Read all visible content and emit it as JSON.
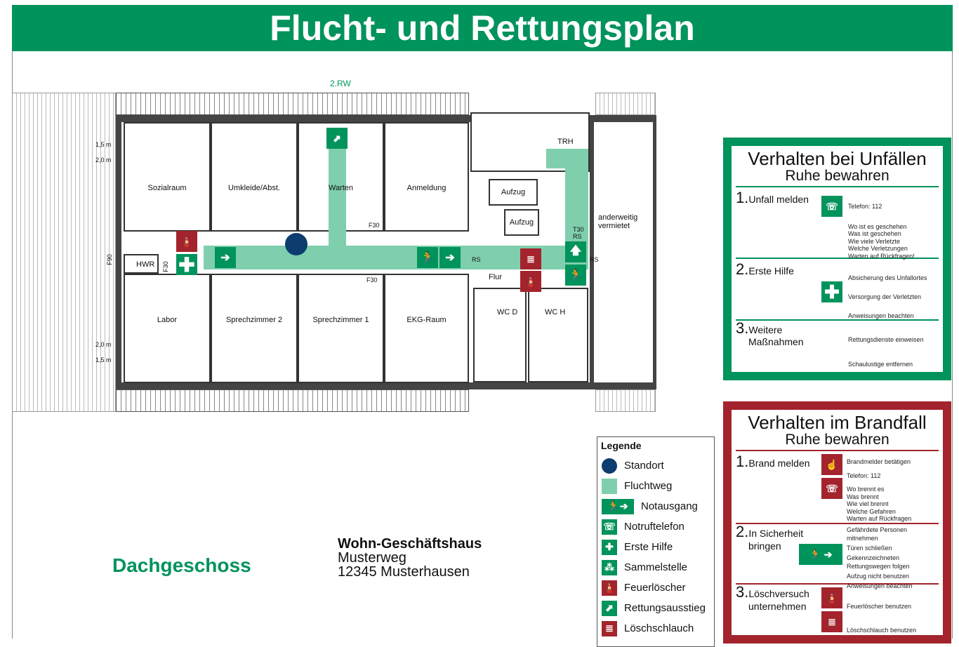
{
  "title": "Flucht- und Rettungsplan",
  "colors": {
    "green": "#00935b",
    "red": "#a3242c",
    "route": "#7fcfae",
    "standort": "#0d3c6e"
  },
  "plan": {
    "top_label": "2.RW",
    "dims": {
      "d1": "1,5 m",
      "d2": "2,0 m",
      "d3": "2,0 m",
      "d4": "1,5 m"
    },
    "rooms": {
      "sozialraum": "Sozialraum",
      "umkleide": "Umkleide/Abst.",
      "warten": "Warten",
      "anmeldung": "Anmeldung",
      "hwr": "HWR",
      "labor": "Labor",
      "sprech2": "Sprechzimmer 2",
      "sprech1": "Sprechzimmer 1",
      "ekg": "EKG-Raum",
      "trh": "TRH",
      "aufzug1": "Aufzug",
      "aufzug2": "Aufzug",
      "flur": "Flur",
      "wcd": "WC D",
      "wch": "WC H",
      "vermietet": "anderweitig vermietet"
    },
    "marks": {
      "f30a": "F30",
      "f30b": "F30",
      "f90": "F90",
      "f30c": "F30",
      "t30": "T30",
      "rs1": "RS",
      "rs2": "RS",
      "rs3": "RS"
    }
  },
  "floor": "Dachgeschoss",
  "address": {
    "name": "Wohn-Geschäftshaus",
    "street": "Musterweg",
    "city": "12345 Musterhausen"
  },
  "legend": {
    "title": "Legende",
    "items": [
      {
        "label": "Standort",
        "icon": "standort-dot"
      },
      {
        "label": "Fluchtweg",
        "icon": "route-swatch"
      },
      {
        "label": "Notausgang",
        "icon": "emergency-exit-icon"
      },
      {
        "label": "Notruftelefon",
        "icon": "emergency-phone-icon"
      },
      {
        "label": "Erste Hilfe",
        "icon": "first-aid-icon"
      },
      {
        "label": "Sammelstelle",
        "icon": "assembly-point-icon"
      },
      {
        "label": "Feuerlöscher",
        "icon": "fire-extinguisher-icon"
      },
      {
        "label": "Rettungsausstieg",
        "icon": "rescue-exit-icon"
      },
      {
        "label": "Löschschlauch",
        "icon": "fire-hose-icon"
      }
    ]
  },
  "unfall": {
    "title": "Verhalten bei Unfällen",
    "subtitle": "Ruhe bewahren",
    "s1": {
      "num": "1.",
      "label": "Unfall melden",
      "lines": [
        "Telefon: 112",
        "Wo ist es geschehen",
        "Was ist geschehen",
        "Wie viele Verletzte",
        "Welche Verletzungen",
        "Warten auf Rückfragen!"
      ]
    },
    "s2": {
      "num": "2.",
      "label": "Erste Hilfe",
      "lines": [
        "Absicherung des Unfallortes",
        "Versorgung der Verletzten",
        "Anweisungen beachten"
      ]
    },
    "s3": {
      "num": "3.",
      "label1": "Weitere",
      "label2": "Maßnahmen",
      "lines": [
        "Rettungsdienste einweisen",
        "Schaulustige entfernen"
      ]
    }
  },
  "brand": {
    "title": "Verhalten im Brandfall",
    "subtitle": "Ruhe bewahren",
    "s1": {
      "num": "1.",
      "label": "Brand melden",
      "lines": [
        "Brandmelder betätigen",
        "Telefon: 112",
        "Wo brennt es",
        "Was brennt",
        "Wie viel brennt",
        "Welche Gefahren",
        "Warten auf Rückfragen"
      ]
    },
    "s2": {
      "num": "2.",
      "label1": "In Sicherheit",
      "label2": "bringen",
      "lines": [
        "Gefährdete Personen mitnehmen",
        "Türen schließen",
        "Gekennzeichneten",
        "Rettungswegen folgen",
        "Aufzug nicht benutzen",
        "Anweisungen beachten"
      ]
    },
    "s3": {
      "num": "3.",
      "label1": "Löschversuch",
      "label2": "unternehmen",
      "lines": [
        "Feuerlöscher benutzen",
        "Löschschlauch benutzen"
      ]
    }
  }
}
